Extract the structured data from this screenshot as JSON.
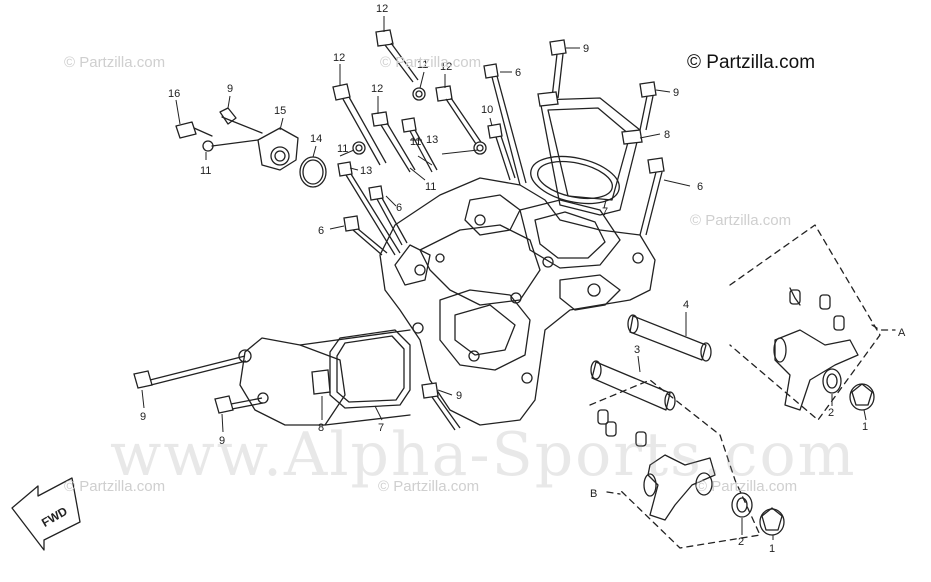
{
  "copyright": "© Partzilla.com",
  "watermarks": {
    "partzilla": "© Partzilla.com",
    "alpha": "www.Alpha-Sports.com"
  },
  "direction_arrow": {
    "label": "FWD"
  },
  "section_letters": {
    "a": "A",
    "b": "B"
  },
  "callouts": {
    "c1": "12",
    "c2": "12",
    "c3": "12",
    "c4": "12",
    "c5": "11",
    "c6": "11",
    "c7": "6",
    "c8": "10",
    "c9": "9",
    "c10": "9",
    "c11": "8",
    "c12": "6",
    "c13": "16",
    "c14": "9",
    "c15": "15",
    "c16": "11",
    "c17": "14",
    "c18": "13",
    "c19": "11",
    "c20": "11",
    "c21": "13",
    "c22": "6",
    "c23": "6",
    "c24": "7",
    "c25": "4",
    "c26": "3",
    "c27": "9",
    "c28": "9",
    "c29": "8",
    "c30": "7",
    "c31": "9",
    "c32": "2",
    "c33": "1",
    "c34": "2",
    "c35": "1",
    "c36": "11"
  }
}
